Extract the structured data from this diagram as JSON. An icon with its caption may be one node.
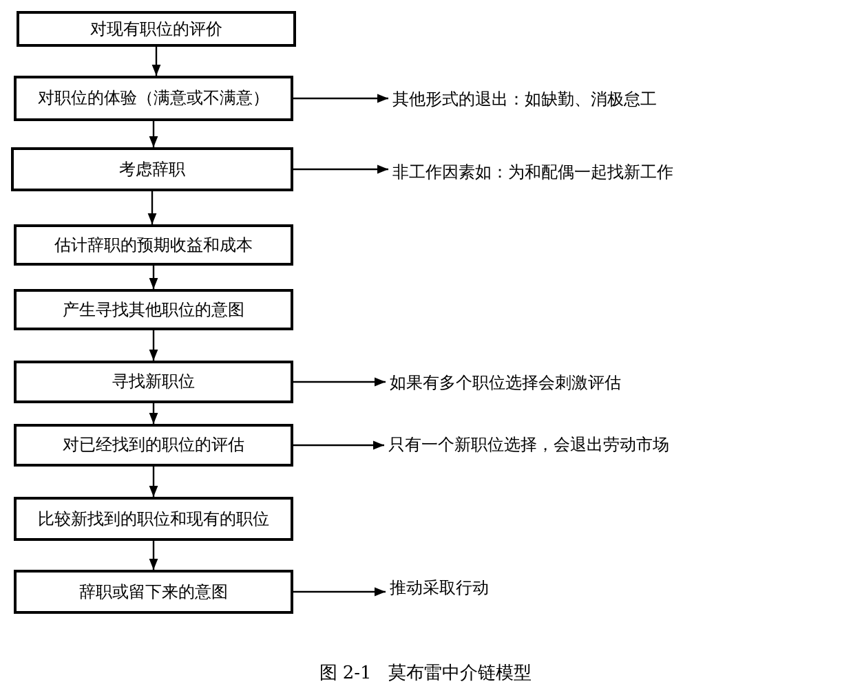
{
  "diagram": {
    "caption": "图 2-1   莫布雷中介链模型",
    "nodes": [
      {
        "text": [
          "对现有职位的评价"
        ]
      },
      {
        "text": [
          "对职位的体验（满意或不满意）"
        ]
      },
      {
        "text": [
          "考虑辞职"
        ]
      },
      {
        "text": [
          "估计辞职的预期收益和成本"
        ]
      },
      {
        "text": [
          "产生寻找其他职位的意图"
        ]
      },
      {
        "text": [
          "寻找新职位"
        ]
      },
      {
        "text": [
          "对已经找到的职位的评估"
        ]
      },
      {
        "text": [
          "比较新找到的职位和现有的职位"
        ]
      },
      {
        "text": [
          "辞职或留下来的意图"
        ]
      },
      {
        "text": [
          "其他形式的退出：如缺勤、消极怠工"
        ]
      },
      {
        "text": [
          "非工作因素如：为和配偶一起找新工作"
        ]
      },
      {
        "text": [
          "如果有多个职位选择会刺激评估"
        ]
      },
      {
        "text": [
          "只有一个新职位选择，会退出劳动市场"
        ]
      },
      {
        "text": [
          "推动采取行动"
        ]
      }
    ],
    "edges": [
      {
        "from": 0,
        "to": 1,
        "arrow": "to"
      },
      {
        "from": 1,
        "to": 2,
        "arrow": "to"
      },
      {
        "from": 2,
        "to": 3,
        "arrow": "to"
      },
      {
        "from": 3,
        "to": 4,
        "arrow": "to"
      },
      {
        "from": 4,
        "to": 5,
        "arrow": "to"
      },
      {
        "from": 5,
        "to": 6,
        "arrow": "to"
      },
      {
        "from": 6,
        "to": 7,
        "arrow": "to"
      },
      {
        "from": 7,
        "to": 8,
        "arrow": "to"
      },
      {
        "from": 1,
        "to": 9,
        "arrow": "to"
      },
      {
        "from": 2,
        "to": 10,
        "arrow": "to"
      },
      {
        "from": 5,
        "to": 11,
        "arrow": "to"
      },
      {
        "from": 6,
        "to": 12,
        "arrow": "to"
      },
      {
        "from": 8,
        "to": 13,
        "arrow": "to"
      }
    ]
  }
}
